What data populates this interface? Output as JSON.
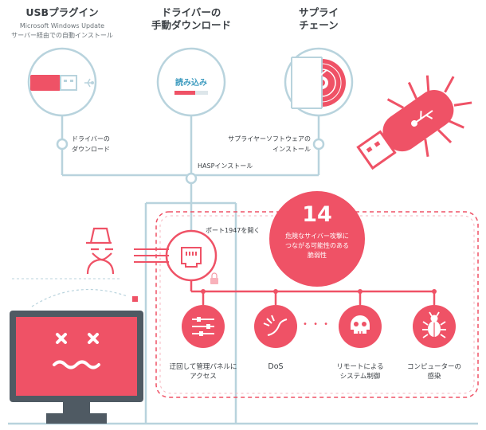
{
  "colors": {
    "accent": "#ef5266",
    "line": "#b8d3dd",
    "dark": "#3a3f44",
    "blue": "#3d9bbf",
    "screen": "#ef5266",
    "monitor": "#4f5a63"
  },
  "top": {
    "usb": {
      "title": "USBプラグイン",
      "sub1": "Microsoft Windows Update",
      "sub2": "サーバー経由での自動インストール"
    },
    "manual": {
      "title1": "ドライバーの",
      "title2": "手動ダウンロード",
      "reading": "読み込み"
    },
    "supply": {
      "title1": "サプライ",
      "title2": "チェーン"
    }
  },
  "labels": {
    "driver_dl1": "ドライバーの",
    "driver_dl2": "ダウンロード",
    "supplier1": "サプライヤーソフトウェアの",
    "supplier2": "インストール",
    "hasp": "HASPインストール",
    "port": "ポート1947を開く"
  },
  "badge": {
    "number": "14",
    "line1": "危険なサイバー攻撃に",
    "line2": "つながる可能性のある",
    "line3": "脆弱性"
  },
  "attacks": [
    {
      "icon": "sliders-icon",
      "l1": "迂回して管理パネルに",
      "l2": "アクセス"
    },
    {
      "icon": "dos-icon",
      "l1": "DoS",
      "l2": ""
    },
    {
      "icon": "skull-icon",
      "l1": "リモートによる",
      "l2": "システム制御"
    },
    {
      "icon": "bug-icon",
      "l1": "コンピューターの",
      "l2": "感染"
    }
  ],
  "dots": "• • •"
}
